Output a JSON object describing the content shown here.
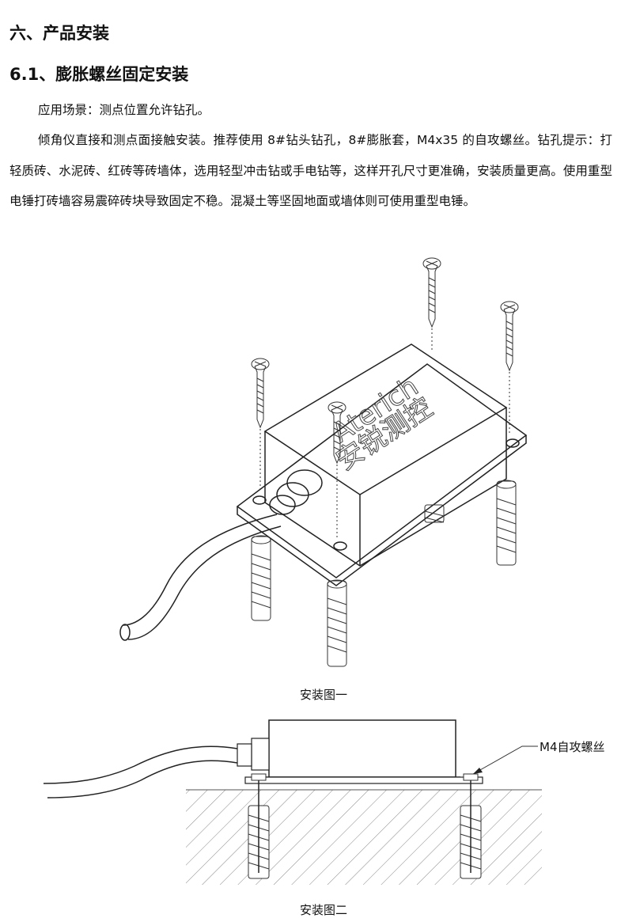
{
  "section_title": "六、产品安装",
  "subsection_title": "6.1、膨胀螺丝固定安装",
  "paragraph_1": "应用场景：测点位置允许钻孔。",
  "paragraph_2": "倾角仪直接和测点面接触安装。推荐使用 8#钻头钻孔，8#膨胀套，M4x35 的自攻螺丝。钻孔提示：打轻质砖、水泥砖、红砖等砖墙体，选用轻型冲击钻或手电钻等，这样开孔尺寸更准确，安装质量更高。使用重型电锤打砖墙容易震碎砖块导致固定不稳。混凝土等坚固地面或墙体则可使用重型电锤。",
  "figure_1": {
    "caption": "安装图一",
    "box_brand": "Aterich",
    "box_cn": "安锐测控"
  },
  "figure_2": {
    "caption": "安装图二",
    "screw_label": "M4自攻螺丝"
  }
}
